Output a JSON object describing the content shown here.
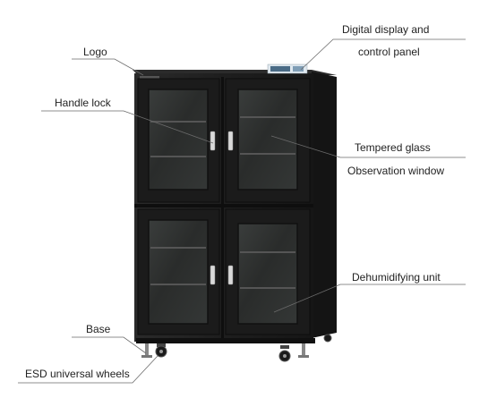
{
  "labels": {
    "digital_display_line1": "Digital display and",
    "digital_display_line2": "control panel",
    "logo": "Logo",
    "handle_lock": "Handle lock",
    "tempered_glass": "Tempered glass",
    "observation_window": "Observation window",
    "dehumidifying_unit": "Dehumidifying unit",
    "base": "Base",
    "esd_wheels": "ESD universal wheels"
  },
  "colors": {
    "cabinet_body": "#1f1f1f",
    "cabinet_side": "#121212",
    "glass": "#2c2f2e",
    "leader_line": "#6b6b6b",
    "handle": "#d9d9d9",
    "display_panel": "#dfe8ef"
  }
}
